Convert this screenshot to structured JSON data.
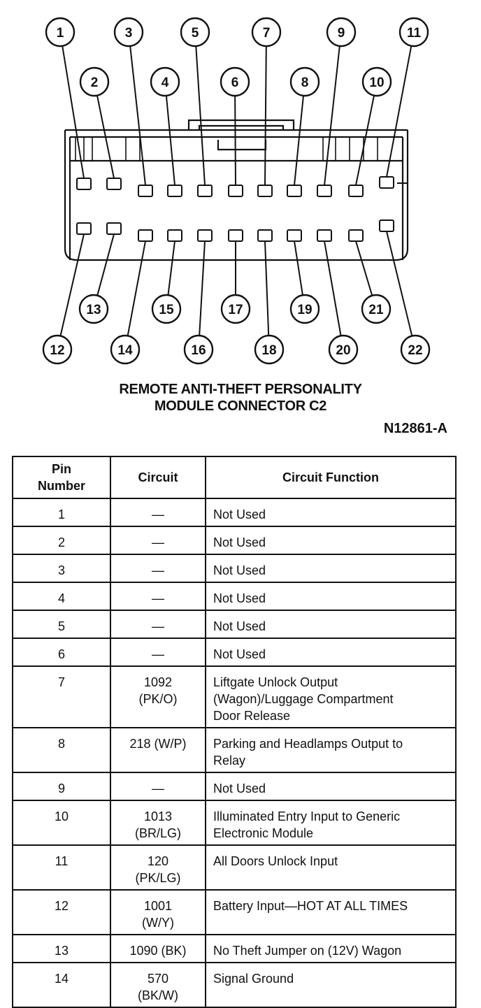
{
  "figure": {
    "caption_line1": "REMOTE ANTI-THEFT PERSONALITY",
    "caption_line2": "MODULE CONNECTOR C2",
    "figure_id": "N12861-A",
    "pin_labels": [
      "1",
      "2",
      "3",
      "4",
      "5",
      "6",
      "7",
      "8",
      "9",
      "10",
      "11",
      "12",
      "13",
      "14",
      "15",
      "16",
      "17",
      "18",
      "19",
      "20",
      "21",
      "22"
    ]
  },
  "table": {
    "headers": {
      "pin_line1": "Pin",
      "pin_line2": "Number",
      "circuit": "Circuit",
      "function": "Circuit Function"
    },
    "rows": [
      {
        "pin": "1",
        "circuit": [
          "—"
        ],
        "function": [
          "Not Used"
        ]
      },
      {
        "pin": "2",
        "circuit": [
          "—"
        ],
        "function": [
          "Not Used"
        ]
      },
      {
        "pin": "3",
        "circuit": [
          "—"
        ],
        "function": [
          "Not Used"
        ]
      },
      {
        "pin": "4",
        "circuit": [
          "—"
        ],
        "function": [
          "Not Used"
        ]
      },
      {
        "pin": "5",
        "circuit": [
          "—"
        ],
        "function": [
          "Not Used"
        ]
      },
      {
        "pin": "6",
        "circuit": [
          "—"
        ],
        "function": [
          "Not Used"
        ]
      },
      {
        "pin": "7",
        "circuit": [
          "1092",
          "(PK/O)"
        ],
        "function": [
          "Liftgate Unlock Output",
          "(Wagon)/Luggage Compartment",
          "Door Release"
        ]
      },
      {
        "pin": "8",
        "circuit": [
          "218 (W/P)"
        ],
        "function": [
          "Parking and Headlamps Output to",
          "Relay"
        ]
      },
      {
        "pin": "9",
        "circuit": [
          "—"
        ],
        "function": [
          "Not Used"
        ]
      },
      {
        "pin": "10",
        "circuit": [
          "1013",
          "(BR/LG)"
        ],
        "function": [
          "Illuminated Entry Input to Generic",
          "Electronic Module"
        ]
      },
      {
        "pin": "11",
        "circuit": [
          "120",
          "(PK/LG)"
        ],
        "function": [
          "All Doors Unlock Input",
          ""
        ]
      },
      {
        "pin": "12",
        "circuit": [
          "1001",
          "(W/Y)"
        ],
        "function": [
          "Battery Input—HOT AT ALL TIMES",
          ""
        ]
      },
      {
        "pin": "13",
        "circuit": [
          "1090 (BK)"
        ],
        "function": [
          "No Theft Jumper on (12V) Wagon"
        ]
      },
      {
        "pin": "14",
        "circuit": [
          "570",
          "(BK/W)"
        ],
        "function": [
          "Signal Ground",
          ""
        ]
      }
    ]
  }
}
